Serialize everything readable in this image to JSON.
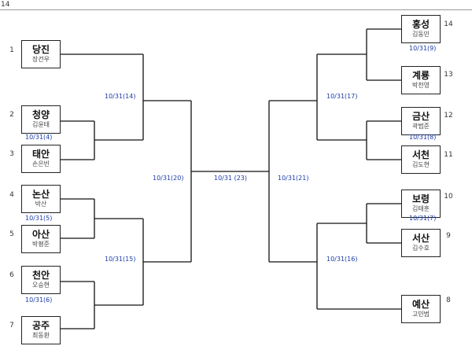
{
  "corner_label": "14",
  "teams": {
    "t1": {
      "seed": "1",
      "name": "당진",
      "player": "장건우"
    },
    "t2": {
      "seed": "2",
      "name": "청양",
      "player": "김윤태"
    },
    "t3": {
      "seed": "3",
      "name": "태안",
      "player": "손은빈"
    },
    "t4": {
      "seed": "4",
      "name": "논산",
      "player": "박산"
    },
    "t5": {
      "seed": "5",
      "name": "아산",
      "player": "박평준"
    },
    "t6": {
      "seed": "6",
      "name": "천안",
      "player": "오승현"
    },
    "t7": {
      "seed": "7",
      "name": "공주",
      "player": "최동환"
    },
    "t8": {
      "seed": "8",
      "name": "예산",
      "player": "고민범"
    },
    "t9": {
      "seed": "9",
      "name": "서산",
      "player": "김수호"
    },
    "t10": {
      "seed": "10",
      "name": "보령",
      "player": "김태훈"
    },
    "t11": {
      "seed": "11",
      "name": "서천",
      "player": "김도현"
    },
    "t12": {
      "seed": "12",
      "name": "금산",
      "player": "곽범준"
    },
    "t13": {
      "seed": "13",
      "name": "계룡",
      "player": "박천영"
    },
    "t14": {
      "seed": "14",
      "name": "홍성",
      "player": "김동민"
    }
  },
  "matches": {
    "m4": "10/31(4)",
    "m5": "10/31(5)",
    "m6": "10/31(6)",
    "m7": "10/31(7)",
    "m8": "10/31(8)",
    "m9": "10/31(9)",
    "m14": "10/31(14)",
    "m15": "10/31(15)",
    "m16": "10/31(16)",
    "m17": "10/31(17)",
    "m20": "10/31(20)",
    "m21": "10/31(21)",
    "final": "10/31 (23)"
  }
}
